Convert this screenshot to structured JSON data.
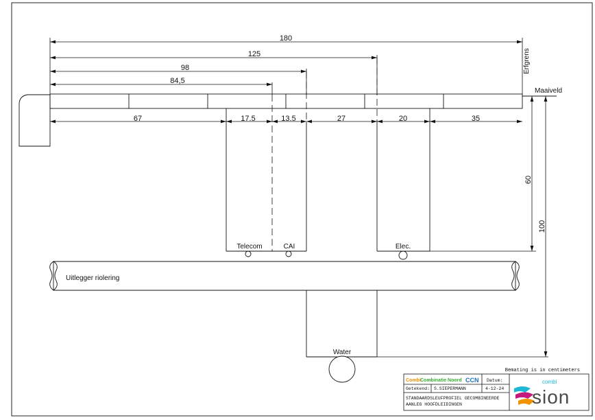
{
  "drawing": {
    "top_dimensions": [
      "180",
      "125",
      "98",
      "84,5"
    ],
    "segment_dimensions": [
      "67",
      "17.5",
      "13.5",
      "27",
      "20",
      "35"
    ],
    "vertical_dimensions": [
      "60",
      "100"
    ],
    "labels": {
      "erfgrens": "Erfgrens",
      "maaiveld": "Maaiveld",
      "telecom": "Telecom",
      "cai": "CAI",
      "elec": "Elec.",
      "riolering": "Uitlegger riolering",
      "water": "Water"
    },
    "note": "Bemating is in centimeters"
  },
  "title_block": {
    "company_prefix": "Combi",
    "company_name": "Combinatie Noord",
    "company_abbr": "CCN",
    "datum_label": "Datum:",
    "getekend_label": "Getekend:",
    "getekend_value": "S.SIEPERMANN",
    "date_value": "4-12-24",
    "description_line1": "STANDAARDSLEUFPROFIEL GECOMBINEERDE",
    "description_line2": "AANLEG HOOFDLEIDINGEN",
    "logo_small": "combi",
    "logo_big": "sion"
  },
  "colors": {
    "ccn_green": "#3aa935",
    "ccn_orange": "#f39200",
    "ccn_blue": "#1d71b8",
    "sion_cyan": "#1fb5d6",
    "sion_magenta": "#c5197d",
    "sion_orange": "#f39200",
    "sion_text": "#4a4a4a"
  }
}
